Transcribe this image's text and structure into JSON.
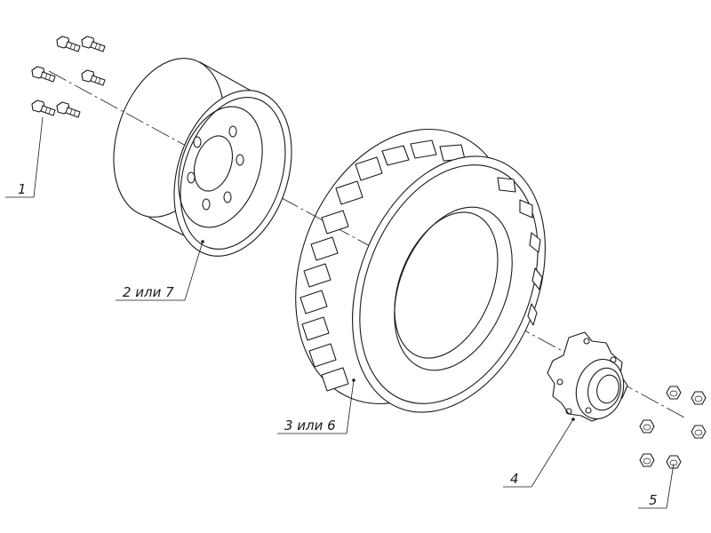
{
  "callouts": {
    "bolts": "1",
    "rim": "2 или 7",
    "tire": "3 или 6",
    "hub": "4",
    "nuts": "5"
  }
}
